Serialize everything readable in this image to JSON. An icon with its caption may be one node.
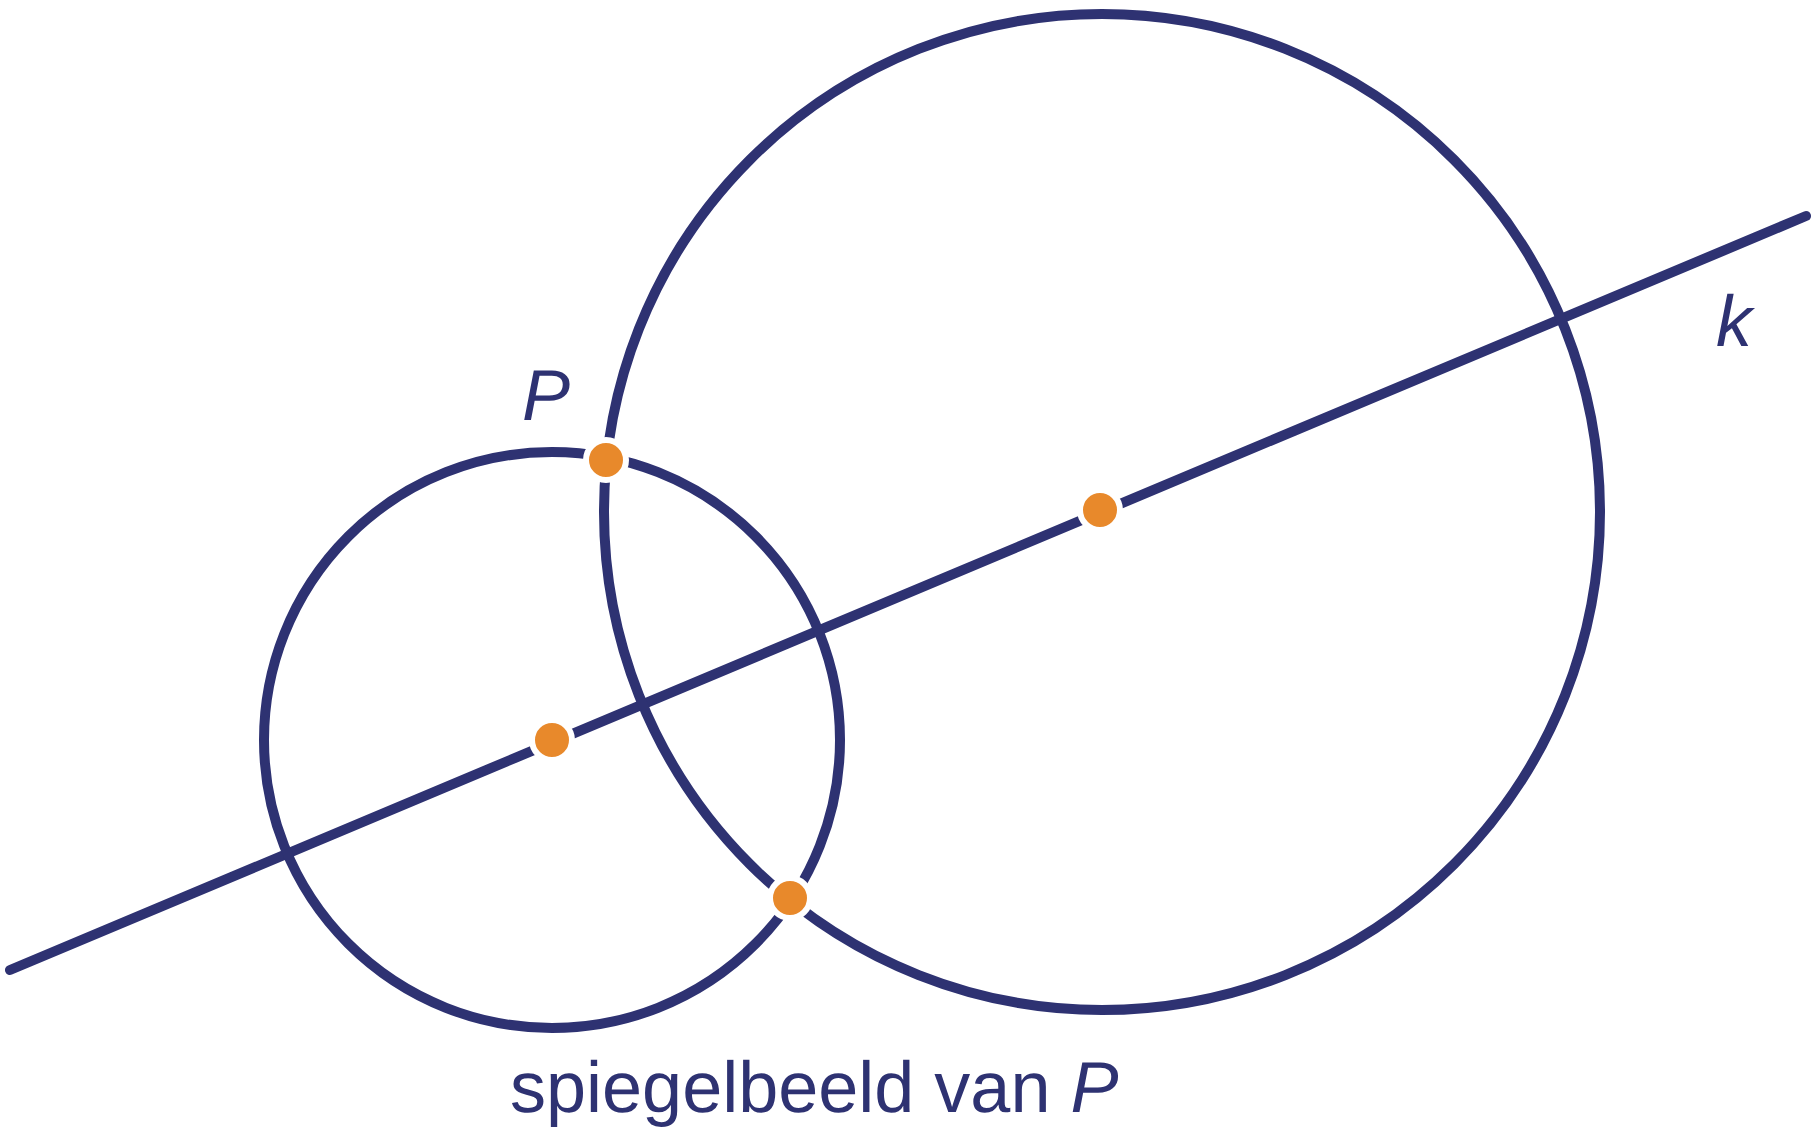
{
  "diagram": {
    "labels": [
      "P",
      "k",
      "spiegelbeeld van *P*"
    ]
  }
}
